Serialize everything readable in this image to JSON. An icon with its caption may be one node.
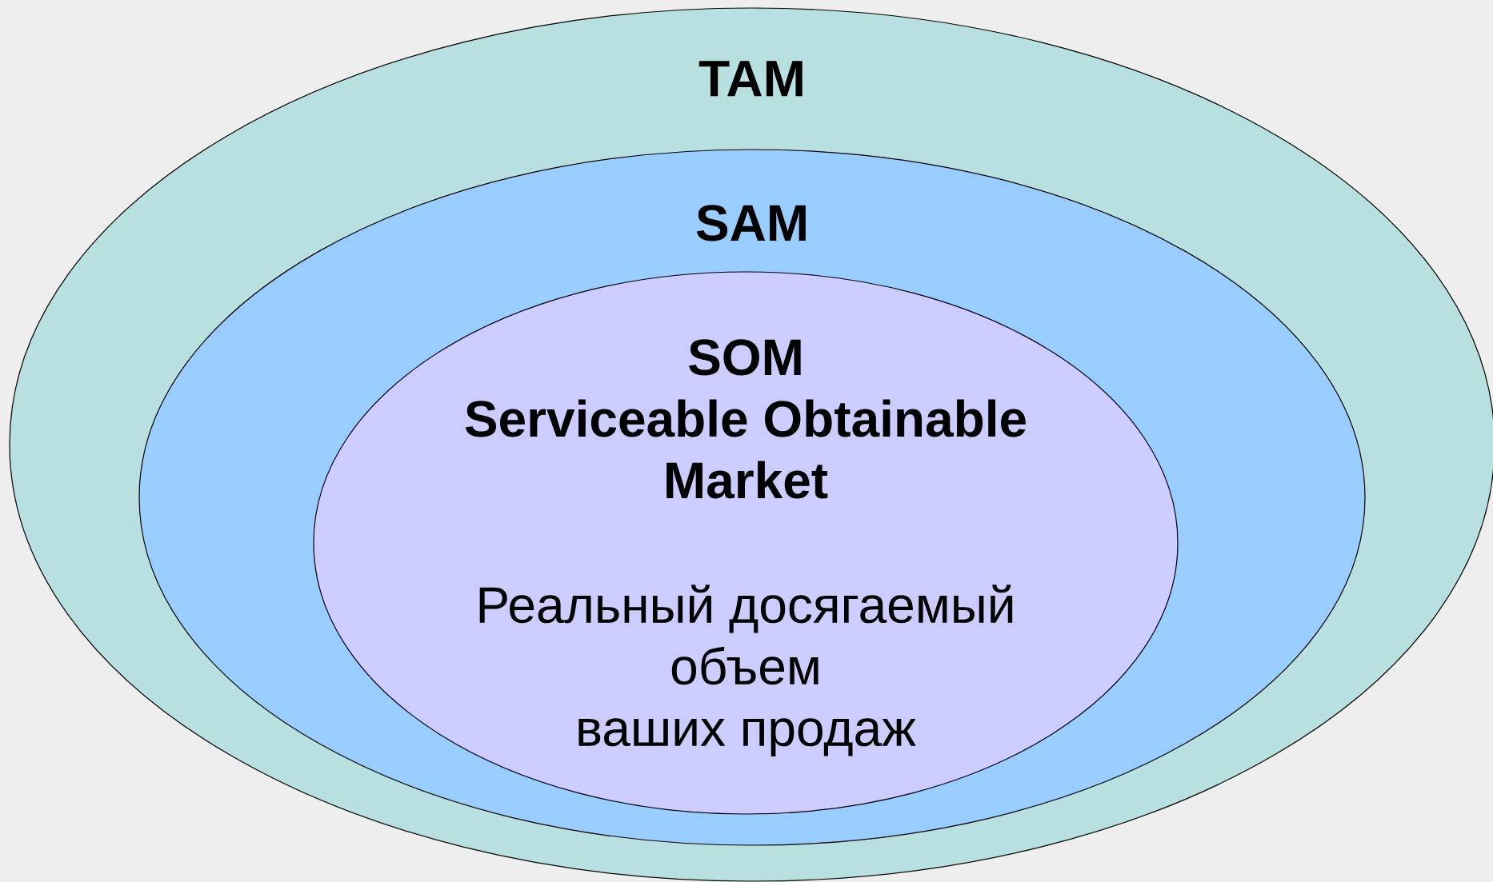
{
  "diagram": {
    "nodes": [
      {
        "text": [
          "TAM"
        ]
      },
      {
        "text": [
          "SAM"
        ],
        "in": 0
      },
      {
        "text": [
          "SOM Serviceable Obtainable Market",
          "Реальный досягаемый объем ваших продаж"
        ],
        "in": 1
      }
    ]
  }
}
